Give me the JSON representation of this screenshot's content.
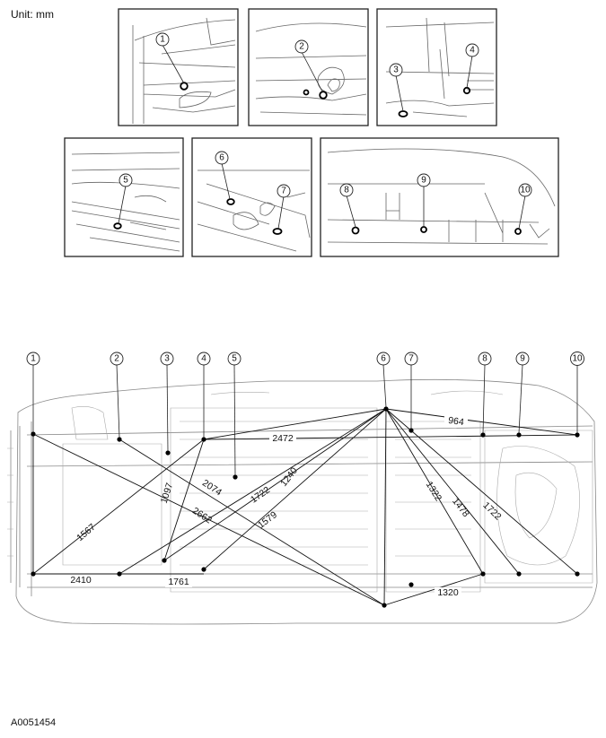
{
  "header": {
    "unit": "Unit: mm"
  },
  "footer": {
    "figure_id": "A0051454"
  },
  "details": [
    {
      "callouts": [
        "1"
      ]
    },
    {
      "callouts": [
        "2"
      ]
    },
    {
      "callouts": [
        "3",
        "4"
      ]
    },
    {
      "callouts": [
        "5"
      ]
    },
    {
      "callouts": [
        "6",
        "7"
      ]
    },
    {
      "callouts": [
        "8",
        "9",
        "10"
      ]
    }
  ],
  "underbody": {
    "callouts": [
      "1",
      "2",
      "3",
      "4",
      "5",
      "6",
      "7",
      "8",
      "9",
      "10"
    ],
    "dimensions": [
      "2472",
      "964",
      "2074",
      "1722",
      "1240",
      "1322",
      "1478",
      "1722",
      "2662",
      "1579",
      "1567",
      "1097",
      "2410",
      "1761",
      "1320"
    ]
  }
}
